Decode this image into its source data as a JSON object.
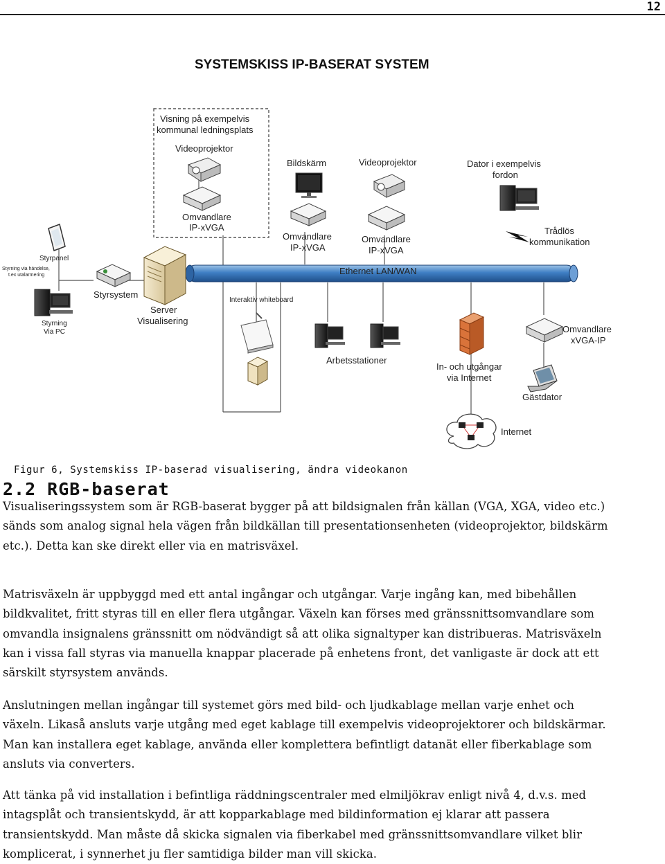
{
  "page": {
    "number": "12"
  },
  "figure": {
    "title": "SYSTEMSKISS IP-BASERAT SYSTEM",
    "labels": {
      "remote_box_line1": "Visning på exempelvis",
      "remote_box_line2": "kommunal ledningsplats",
      "videoprojektor_remote": "Videoprojektor",
      "omvandlare_remote_line1": "Omvandlare",
      "omvandlare_remote_line2": "IP-xVGA",
      "bildskarm": "Bildskärm",
      "videoprojektor_top": "Videoprojektor",
      "dator_line1": "Dator i exempelvis",
      "dator_line2": "fordon",
      "omvandlare_a_line1": "Omvandlare",
      "omvandlare_a_line2": "IP-xVGA",
      "omvandlare_b_line1": "Omvandlare",
      "omvandlare_b_line2": "IP-xVGA",
      "tradlos_line1": "Trådlös",
      "tradlos_line2": "kommunikation",
      "styrpanel": "Styrpanel",
      "styrning_handelse_line1": "Styrning via händelse,",
      "styrning_handelse_line2": "t.ex utalarmering",
      "styrsystem": "Styrsystem",
      "server_line1": "Server",
      "server_line2": "Visualisering",
      "styrning_pc_line1": "Styrning",
      "styrning_pc_line2": "Via PC",
      "ethernet": "Ethernet LAN/WAN",
      "whiteboard": "Interaktiv whiteboard",
      "arbetsstationer": "Arbetsstationer",
      "inout_line1": "In- och utgångar",
      "inout_line2": "via Internet",
      "omvandlare_xvga_line1": "Omvandlare",
      "omvandlare_xvga_line2": "xVGA-IP",
      "gastdator": "Gästdator",
      "internet": "Internet"
    }
  },
  "caption": "Figur 6, Systemskiss IP-baserad visualisering, ändra videokanon",
  "section": {
    "number": "2.2",
    "title": "RGB-baserat"
  },
  "paragraphs": [
    {
      "lines": [
        "Visualiseringssystem som är RGB-baserat bygger på att bildsignalen från källan (VGA, XGA, video etc.)",
        "sänds som analog signal hela vägen från bildkällan till presentationsenheten (videoprojektor, bildskärm",
        "etc.). Detta kan ske direkt eller via en matrisväxel."
      ]
    },
    {
      "lines": [
        "Matrisväxeln är uppbyggd med ett antal ingångar och utgångar. Varje ingång kan, med bibehållen",
        "bildkvalitet, fritt styras till en eller flera utgångar. Växeln kan förses med gränssnittsomvandlare som",
        "omvandla insignalens gränssnitt om nödvändigt så att olika signaltyper kan distribueras. Matrisväxeln",
        "kan i vissa fall styras via manuella knappar placerade på enhetens front, det vanligaste är dock att ett",
        "särskilt styrsystem används."
      ]
    },
    {
      "lines": [
        "Anslutningen mellan ingångar till systemet görs med bild- och ljudkablage mellan varje enhet och",
        "växeln. Likaså ansluts varje utgång med eget kablage till exempelvis videoprojektorer och bildskärmar.",
        "Man kan installera eget kablage, använda eller komplettera befintligt datanät eller fiberkablage som",
        "ansluts via converters."
      ]
    },
    {
      "lines": [
        "Att tänka på vid installation i befintliga räddningscentraler med elmiljökrav enligt nivå 4, d.v.s. med",
        "intagsplåt och transientskydd, är att kopparkablage med bildinformation ej klarar att passera",
        "transientskydd. Man måste då skicka signalen via fiberkabel med gränssnittsomvandlare vilket blir",
        "komplicerat, i synnerhet ju fler samtidiga bilder man vill skicka."
      ]
    }
  ]
}
